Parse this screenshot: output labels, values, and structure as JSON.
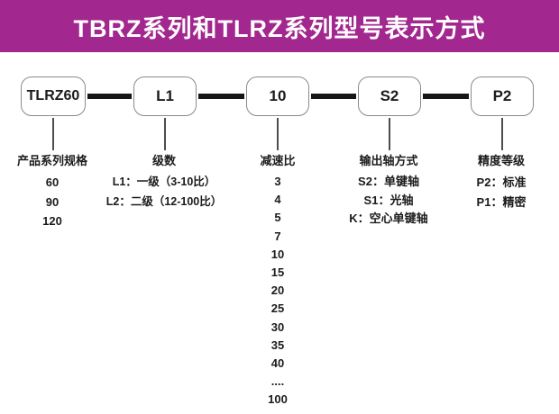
{
  "title": "TBRZ系列和TLRZ系列型号表示方式",
  "colors": {
    "banner_bg": "#a2278f",
    "banner_text": "#ffffff",
    "box_border": "#8a8a8a",
    "connector": "#161616",
    "text": "#1b1b1b"
  },
  "boxes": [
    {
      "label": "TLRZ60"
    },
    {
      "label": "L1"
    },
    {
      "label": "10"
    },
    {
      "label": "S2"
    },
    {
      "label": "P2"
    }
  ],
  "columns": [
    {
      "header": "产品系列规格",
      "items": [
        "60",
        "90",
        "120"
      ]
    },
    {
      "header": "级数",
      "items": [
        "L1：一级（3-10比）",
        "L2：二级（12-100比）"
      ]
    },
    {
      "header": "减速比",
      "items": [
        "3",
        "4",
        "5",
        "7",
        "10",
        "15",
        "20",
        "25",
        "30",
        "35",
        "40",
        "....",
        "100"
      ]
    },
    {
      "header": "输出轴方式",
      "items": [
        "S2：单键轴",
        "S1：光轴",
        "K：空心单键轴"
      ]
    },
    {
      "header": "精度等级",
      "items": [
        "P2：标准",
        "P1：精密"
      ]
    }
  ]
}
